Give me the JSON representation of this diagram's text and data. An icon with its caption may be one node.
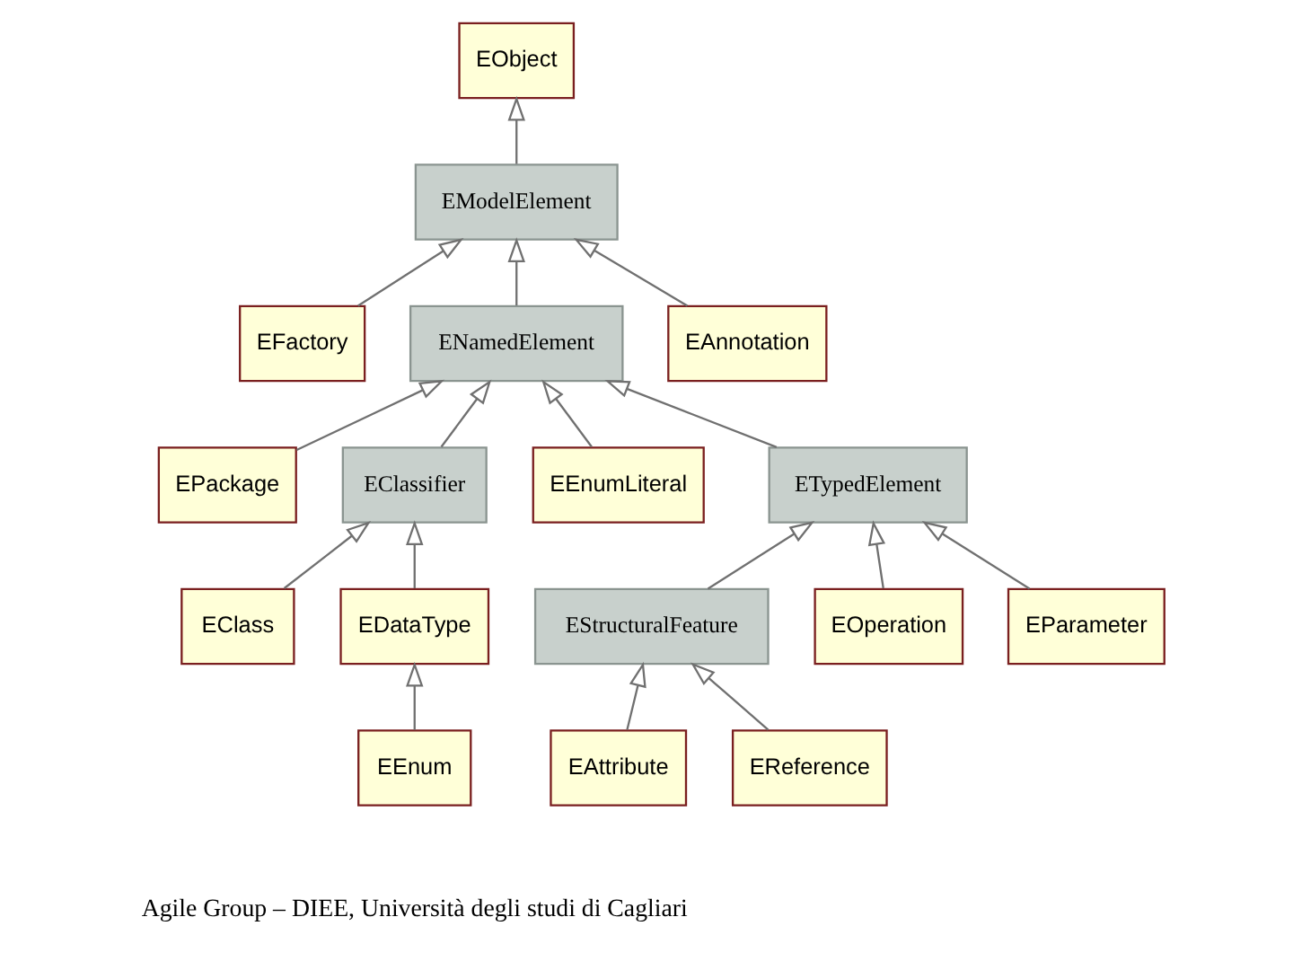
{
  "diagram": {
    "nodes": [
      {
        "text": [
          "EObject"
        ]
      },
      {
        "text": [
          "EModelElement"
        ]
      },
      {
        "text": [
          "EFactory"
        ]
      },
      {
        "text": [
          "ENamedElement"
        ]
      },
      {
        "text": [
          "EAnnotation"
        ]
      },
      {
        "text": [
          "EPackage"
        ]
      },
      {
        "text": [
          "EClassifier"
        ]
      },
      {
        "text": [
          "EEnumLiteral"
        ]
      },
      {
        "text": [
          "ETypedElement"
        ]
      },
      {
        "text": [
          "EClass"
        ]
      },
      {
        "text": [
          "EDataType"
        ]
      },
      {
        "text": [
          "EStructuralFeature"
        ]
      },
      {
        "text": [
          "EOperation"
        ]
      },
      {
        "text": [
          "EParameter"
        ]
      },
      {
        "text": [
          "EEnum"
        ]
      },
      {
        "text": [
          "EAttribute"
        ]
      },
      {
        "text": [
          "EReference"
        ]
      }
    ],
    "edges": [
      {
        "from": 1,
        "to": 0,
        "arrow": "to"
      },
      {
        "from": 2,
        "to": 1,
        "arrow": "to"
      },
      {
        "from": 3,
        "to": 1,
        "arrow": "to"
      },
      {
        "from": 4,
        "to": 1,
        "arrow": "to"
      },
      {
        "from": 5,
        "to": 3,
        "arrow": "to"
      },
      {
        "from": 6,
        "to": 3,
        "arrow": "to"
      },
      {
        "from": 7,
        "to": 3,
        "arrow": "to"
      },
      {
        "from": 8,
        "to": 3,
        "arrow": "to"
      },
      {
        "from": 9,
        "to": 6,
        "arrow": "to"
      },
      {
        "from": 10,
        "to": 6,
        "arrow": "to"
      },
      {
        "from": 11,
        "to": 8,
        "arrow": "to"
      },
      {
        "from": 12,
        "to": 8,
        "arrow": "to"
      },
      {
        "from": 13,
        "to": 8,
        "arrow": "to"
      },
      {
        "from": 14,
        "to": 10,
        "arrow": "to"
      },
      {
        "from": 15,
        "to": 11,
        "arrow": "to"
      },
      {
        "from": 16,
        "to": 11,
        "arrow": "to"
      }
    ],
    "labels": [
      "Agile Group – DIEE, Università degli studi di Cagliari"
    ]
  }
}
